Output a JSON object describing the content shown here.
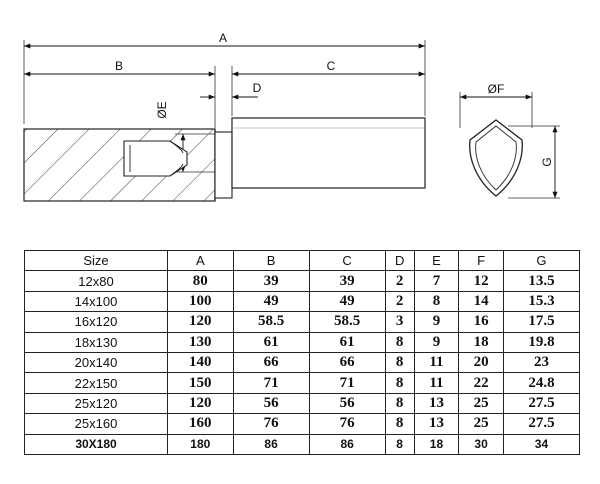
{
  "dimension_labels": {
    "a": "A",
    "b": "B",
    "c": "C",
    "d": "D",
    "e": "ØE",
    "f": "ØF",
    "g": "G"
  },
  "table": {
    "headers": [
      "Size",
      "A",
      "B",
      "C",
      "D",
      "E",
      "F",
      "G"
    ],
    "rows": [
      [
        "12x80",
        "80",
        "39",
        "39",
        "2",
        "7",
        "12",
        "13.5"
      ],
      [
        "14x100",
        "100",
        "49",
        "49",
        "2",
        "8",
        "14",
        "15.3"
      ],
      [
        "16x120",
        "120",
        "58.5",
        "58.5",
        "3",
        "9",
        "16",
        "17.5"
      ],
      [
        "18x130",
        "130",
        "61",
        "61",
        "8",
        "9",
        "18",
        "19.8"
      ],
      [
        "20x140",
        "140",
        "66",
        "66",
        "8",
        "11",
        "20",
        "23"
      ],
      [
        "22x150",
        "150",
        "71",
        "71",
        "8",
        "11",
        "22",
        "24.8"
      ],
      [
        "25x120",
        "120",
        "56",
        "56",
        "8",
        "13",
        "25",
        "27.5"
      ],
      [
        "25x160",
        "160",
        "76",
        "76",
        "8",
        "13",
        "25",
        "27.5"
      ],
      [
        "30X180",
        "180",
        "86",
        "86",
        "8",
        "18",
        "30",
        "34"
      ]
    ]
  }
}
